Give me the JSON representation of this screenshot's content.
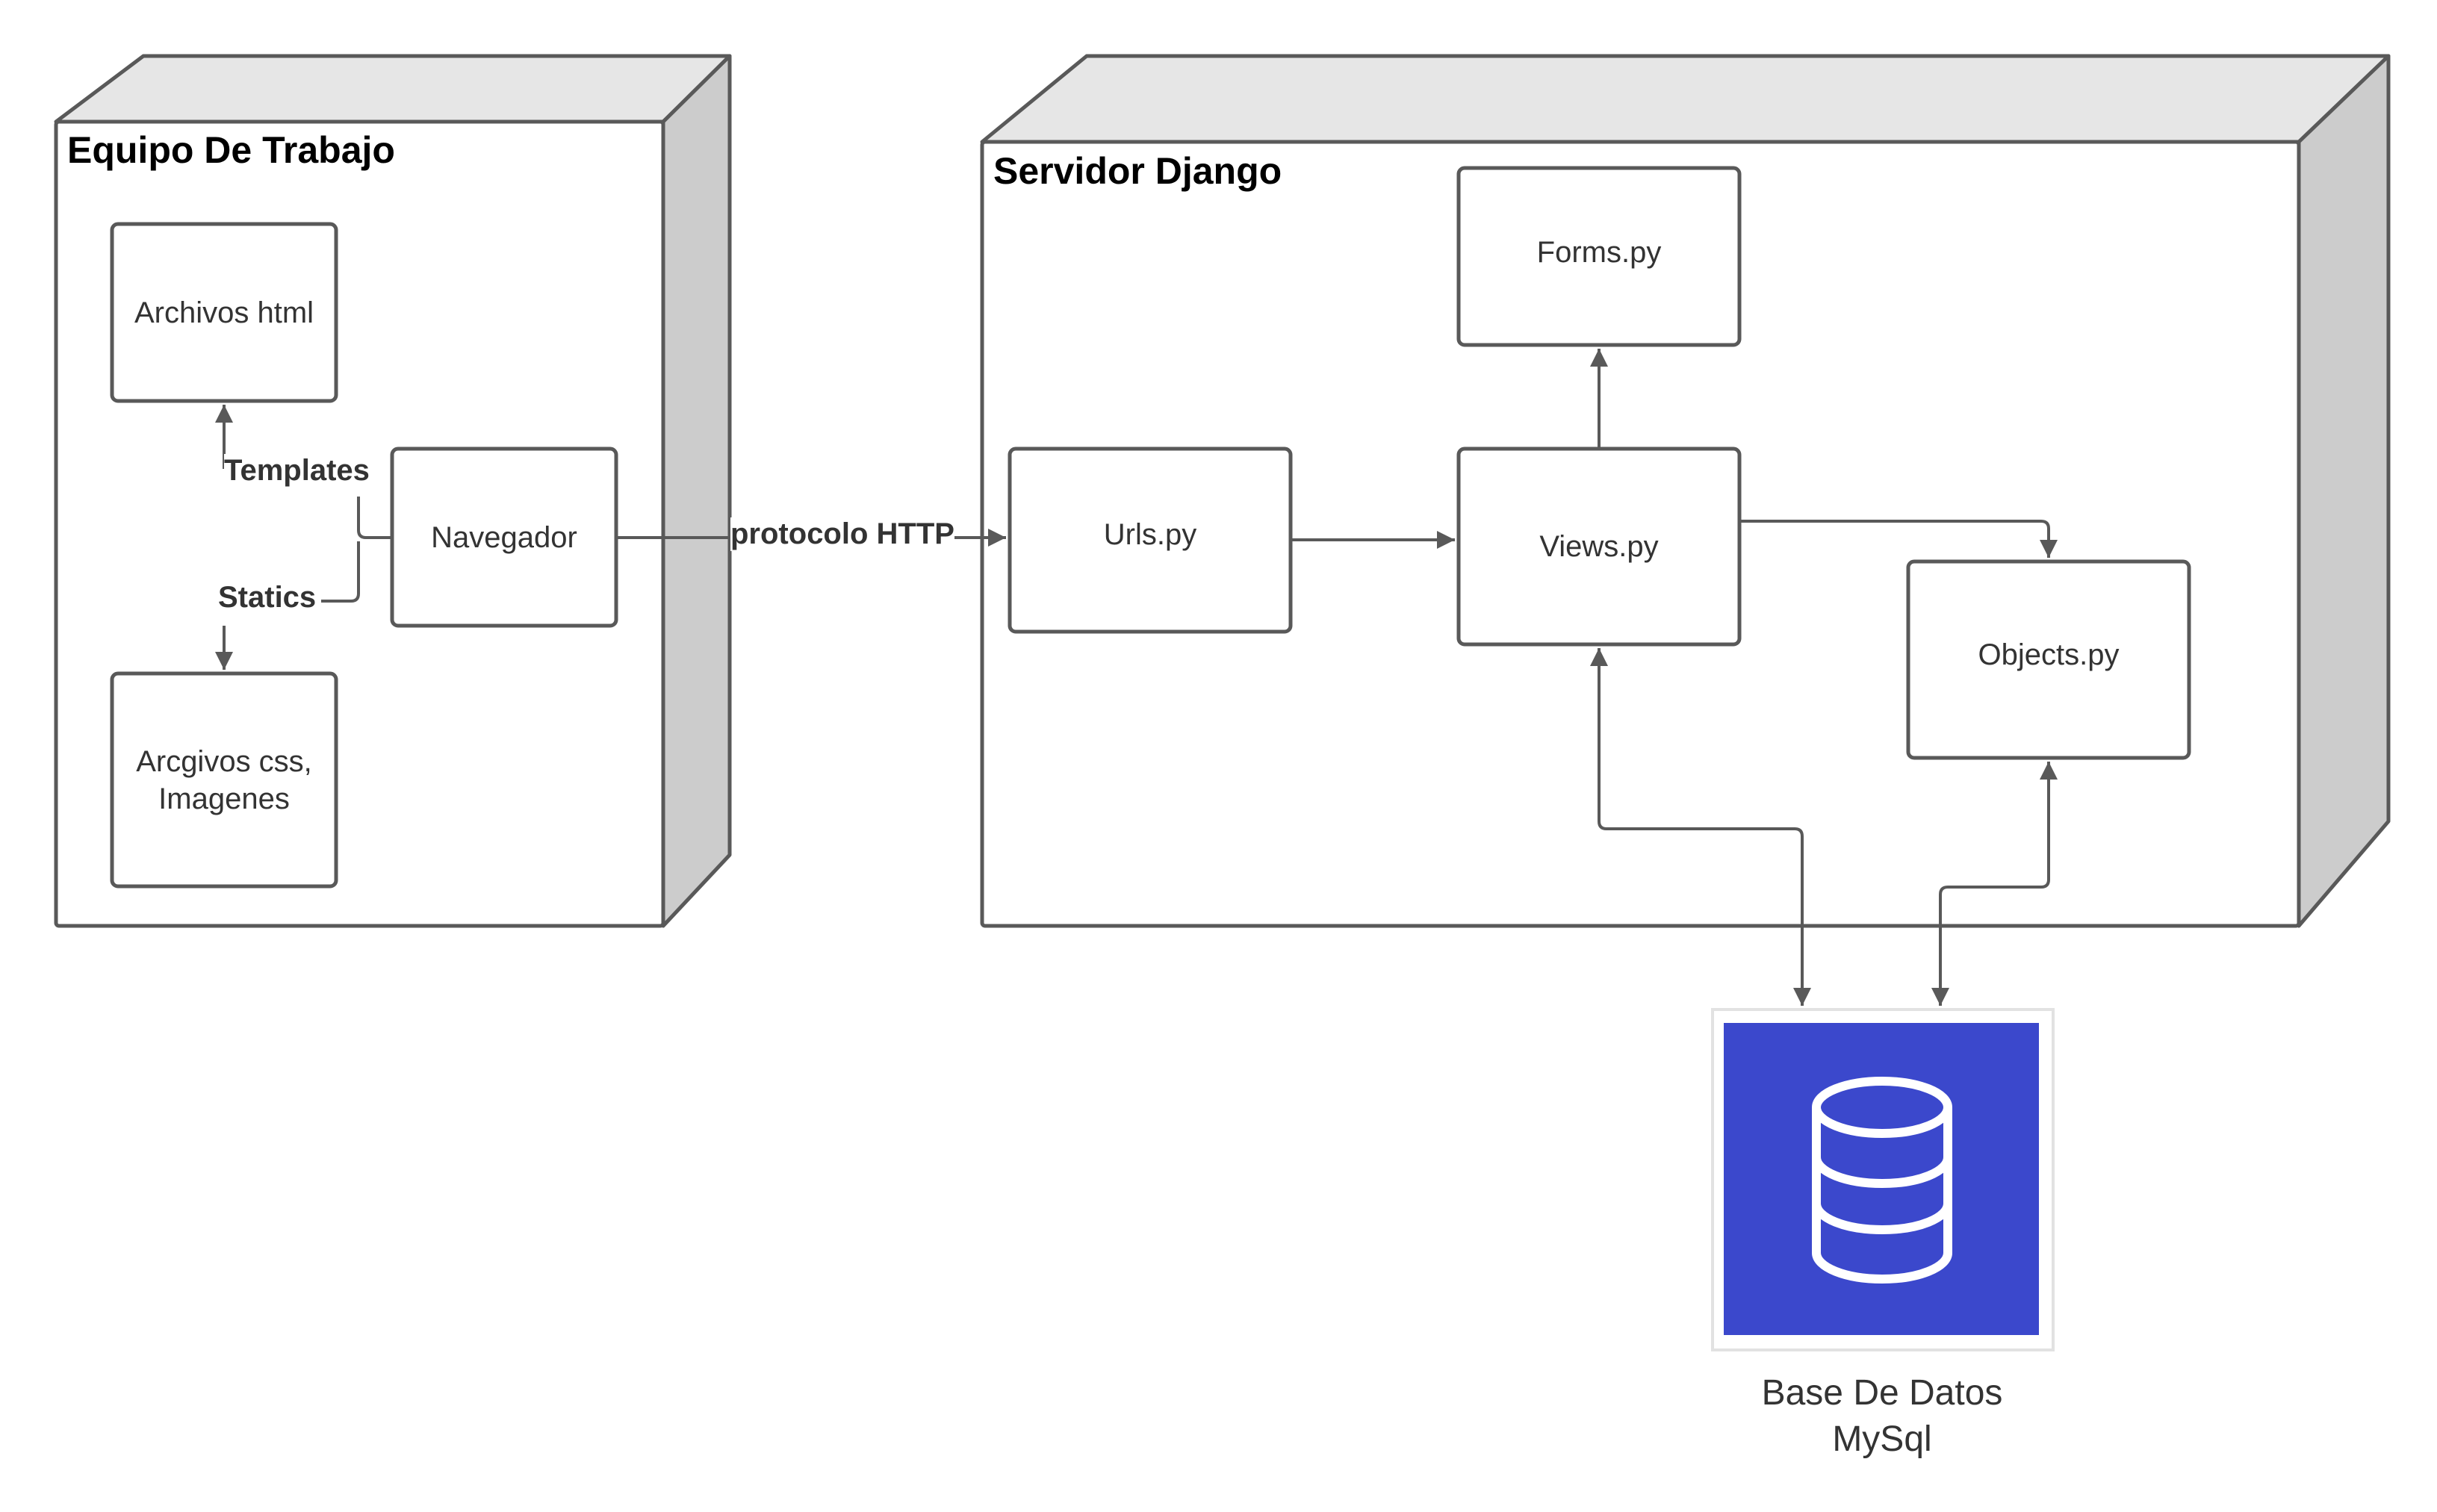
{
  "nodes": {
    "equipo": {
      "title": "Equipo De Trabajo"
    },
    "servidor": {
      "title": "Servidor Django"
    },
    "archivos_html": {
      "label": "Archivos html"
    },
    "navegador": {
      "label": "Navegador"
    },
    "archivos_css": {
      "label": "Arcgivos css, Imagenes"
    },
    "urls": {
      "label": "Urls.py"
    },
    "views": {
      "label": "Views.py"
    },
    "forms": {
      "label": "Forms.py"
    },
    "objects": {
      "label": "Objects.py"
    },
    "database": {
      "line1": "Base De Datos",
      "line2": "MySql"
    }
  },
  "edges": {
    "templates": "Templates",
    "statics": "Statics",
    "http": "protocolo HTTP"
  },
  "colors": {
    "stroke": "#595959",
    "node_top": "#e6e6e6",
    "node_side": "#cccccc",
    "database_fill": "#3b48cc"
  }
}
